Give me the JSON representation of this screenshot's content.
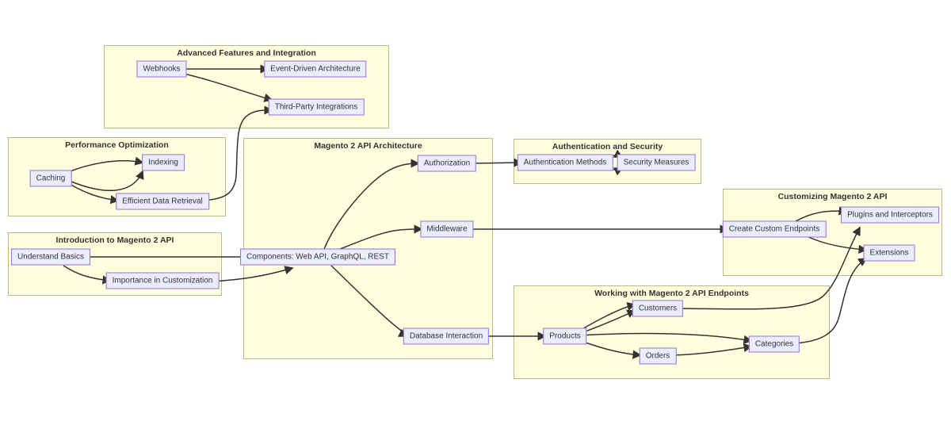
{
  "diagram": {
    "clusters": {
      "advanced": "Advanced Features and Integration",
      "performance": "Performance Optimization",
      "intro": "Introduction to Magento 2 API",
      "architecture": "Magento 2 API Architecture",
      "auth": "Authentication and Security",
      "customizing": "Customizing Magento 2 API",
      "working": "Working with Magento 2 API Endpoints"
    },
    "nodes": {
      "webhooks": "Webhooks",
      "event_driven": "Event-Driven Architecture",
      "third_party": "Third-Party Integrations",
      "caching": "Caching",
      "indexing": "Indexing",
      "efficient": "Efficient Data Retrieval",
      "understand": "Understand Basics",
      "importance": "Importance in Customization",
      "components": "Components: Web API, GraphQL, REST",
      "authorization": "Authorization",
      "middleware": "Middleware",
      "database": "Database Interaction",
      "auth_methods": "Authentication Methods",
      "security": "Security Measures",
      "create_custom": "Create Custom Endpoints",
      "plugins": "Plugins and Interceptors",
      "extensions": "Extensions",
      "products": "Products",
      "customers": "Customers",
      "orders": "Orders",
      "categories": "Categories"
    },
    "edges": [
      {
        "from": "Webhooks",
        "to": "Event-Driven Architecture"
      },
      {
        "from": "Webhooks",
        "to": "Third-Party Integrations"
      },
      {
        "from": "Efficient Data Retrieval",
        "to": "Third-Party Integrations"
      },
      {
        "from": "Caching",
        "to": "Indexing"
      },
      {
        "from": "Caching",
        "to": "Indexing"
      },
      {
        "from": "Caching",
        "to": "Efficient Data Retrieval"
      },
      {
        "from": "Understand Basics",
        "to": "Importance in Customization"
      },
      {
        "from": "Understand Basics",
        "to": "Components: Web API, GraphQL, REST"
      },
      {
        "from": "Importance in Customization",
        "to": "Components: Web API, GraphQL, REST"
      },
      {
        "from": "Components: Web API, GraphQL, REST",
        "to": "Authorization"
      },
      {
        "from": "Components: Web API, GraphQL, REST",
        "to": "Middleware"
      },
      {
        "from": "Components: Web API, GraphQL, REST",
        "to": "Database Interaction"
      },
      {
        "from": "Authorization",
        "to": "Authentication Methods"
      },
      {
        "from": "Authentication Methods",
        "to": "Security Measures"
      },
      {
        "from": "Authentication Methods",
        "to": "Security Measures"
      },
      {
        "from": "Middleware",
        "to": "Create Custom Endpoints"
      },
      {
        "from": "Create Custom Endpoints",
        "to": "Plugins and Interceptors"
      },
      {
        "from": "Create Custom Endpoints",
        "to": "Extensions"
      },
      {
        "from": "Database Interaction",
        "to": "Products"
      },
      {
        "from": "Products",
        "to": "Customers"
      },
      {
        "from": "Products",
        "to": "Customers"
      },
      {
        "from": "Products",
        "to": "Orders"
      },
      {
        "from": "Products",
        "to": "Categories"
      },
      {
        "from": "Orders",
        "to": "Categories"
      },
      {
        "from": "Customers",
        "to": "Plugins and Interceptors"
      },
      {
        "from": "Categories",
        "to": "Extensions"
      }
    ],
    "colors": {
      "cluster_fill": "#ffffde",
      "cluster_border": "#bbbb88",
      "node_fill": "#ececff",
      "node_border": "#9370db",
      "edge": "#333333",
      "text": "#333333"
    }
  }
}
